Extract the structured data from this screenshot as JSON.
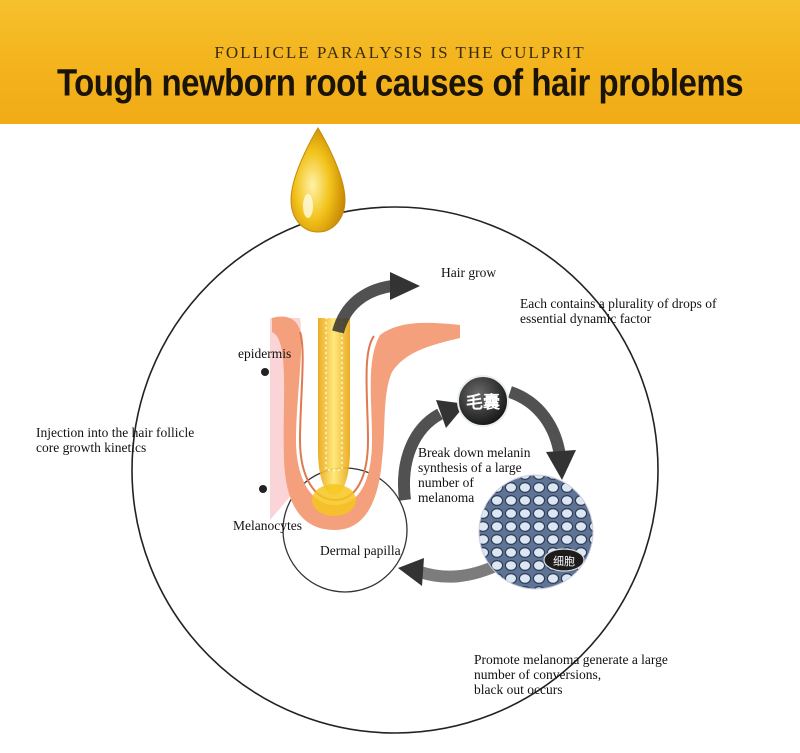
{
  "header": {
    "subtitle": "FOLLICLE PARALYSIS IS THE CULPRIT",
    "title": "Tough newborn root causes of hair problems"
  },
  "labels": {
    "hair_grow": "Hair grow",
    "plurality": "Each contains a plurality of drops of\nessential dynamic factor",
    "epidermis": "epidermis",
    "injection": "Injection into the hair follicle\ncore growth kinetics",
    "break_down": "Break down melanin\nsynthesis of a large\n number of\nmelanoma",
    "melanocytes": "Melanocytes",
    "dermal_papilla": "Dermal papilla",
    "promote": "Promote melanoma generate a large\nnumber of conversions,\nblack out occurs"
  },
  "badges": {
    "follicle": "毛囊",
    "cell": "细胞"
  },
  "colors": {
    "banner": "#f3b31c",
    "skin_orange": "#f2a07a",
    "skin_pink": "#f9c9cc",
    "oil": "#f2c21a",
    "cell_blue": "#7d94b5"
  }
}
